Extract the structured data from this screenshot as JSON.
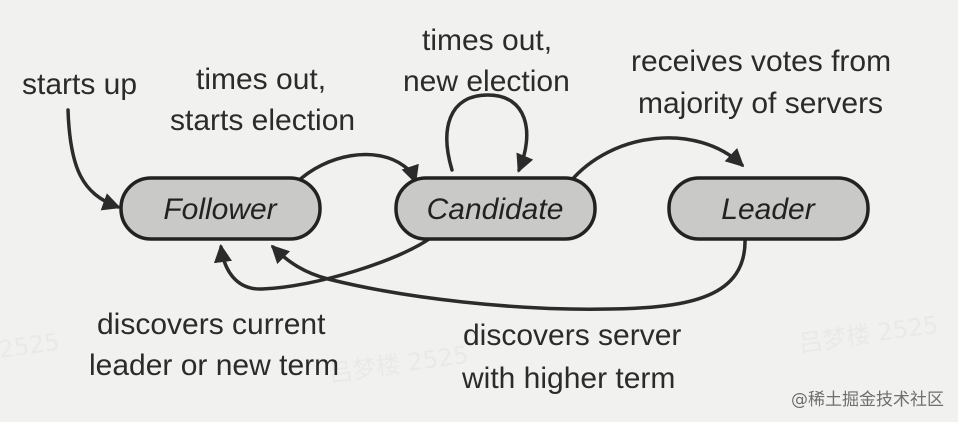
{
  "diagram": {
    "states": {
      "follower": "Follower",
      "candidate": "Candidate",
      "leader": "Leader"
    },
    "labels": {
      "starts_up": "starts up",
      "follower_to_candidate": [
        "times out,",
        "starts election"
      ],
      "candidate_self": [
        "times out,",
        "new election"
      ],
      "candidate_to_leader": [
        "receives votes from",
        "majority of servers"
      ],
      "candidate_to_follower": [
        "discovers current",
        "leader or new term"
      ],
      "leader_to_follower": [
        "discovers server",
        "with higher term"
      ]
    }
  },
  "watermark": {
    "credit": "@稀土掘金技术社区",
    "faint_marks": [
      "2525",
      "吕梦楼 2525",
      "吕梦楼 2525"
    ]
  },
  "colors": {
    "node_fill": "#c9c9c7",
    "stroke": "#2b2b2b",
    "background": "#f1f1ef"
  }
}
